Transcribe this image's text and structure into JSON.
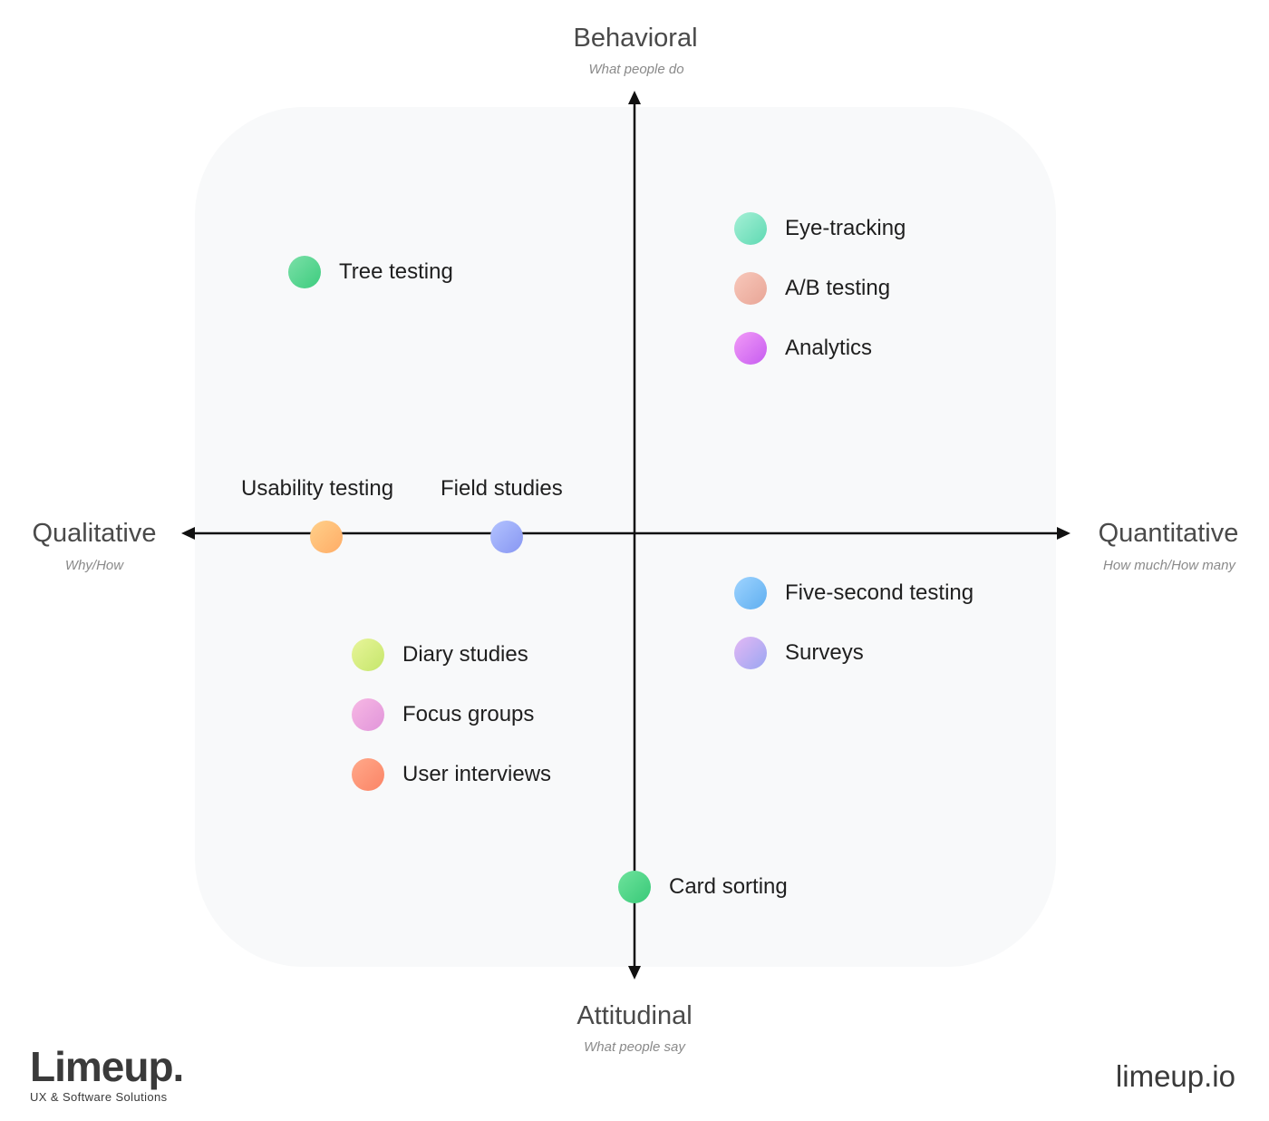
{
  "axes": {
    "top": {
      "title": "Behavioral",
      "subtitle": "What people do"
    },
    "bottom": {
      "title": "Attitudinal",
      "subtitle": "What people say"
    },
    "left": {
      "title": "Qualitative",
      "subtitle": "Why/How"
    },
    "right": {
      "title": "Quantitative",
      "subtitle": "How much/How many"
    }
  },
  "methods": {
    "tree_testing": {
      "label": "Tree testing",
      "color_from": "#7be0a8",
      "color_to": "#3dcc7e"
    },
    "eye_tracking": {
      "label": "Eye-tracking",
      "color_from": "#a6f0d6",
      "color_to": "#5ed9b2"
    },
    "ab_testing": {
      "label": "A/B testing",
      "color_from": "#f8c8bb",
      "color_to": "#e8a596"
    },
    "analytics": {
      "label": "Analytics",
      "color_from": "#f29bf7",
      "color_to": "#c65cf0"
    },
    "usability_testing": {
      "label": "Usability testing",
      "color_from": "#ffd08a",
      "color_to": "#ffac66"
    },
    "field_studies": {
      "label": "Field studies",
      "color_from": "#b3c3ff",
      "color_to": "#8796f2"
    },
    "five_second_testing": {
      "label": "Five-second testing",
      "color_from": "#9fd4ff",
      "color_to": "#5eaef0"
    },
    "surveys": {
      "label": "Surveys",
      "color_from": "#e3b8f4",
      "color_to": "#9aa6f2"
    },
    "diary_studies": {
      "label": "Diary studies",
      "color_from": "#e8f59a",
      "color_to": "#c5e66b"
    },
    "focus_groups": {
      "label": "Focus groups",
      "color_from": "#f7b8e4",
      "color_to": "#e195da"
    },
    "user_interviews": {
      "label": "User interviews",
      "color_from": "#ffa98a",
      "color_to": "#fb8466"
    },
    "card_sorting": {
      "label": "Card sorting",
      "color_from": "#6ee39c",
      "color_to": "#38c978"
    }
  },
  "brand": {
    "name": "Limeup.",
    "tagline": "UX & Software Solutions",
    "website": "limeup.io"
  }
}
